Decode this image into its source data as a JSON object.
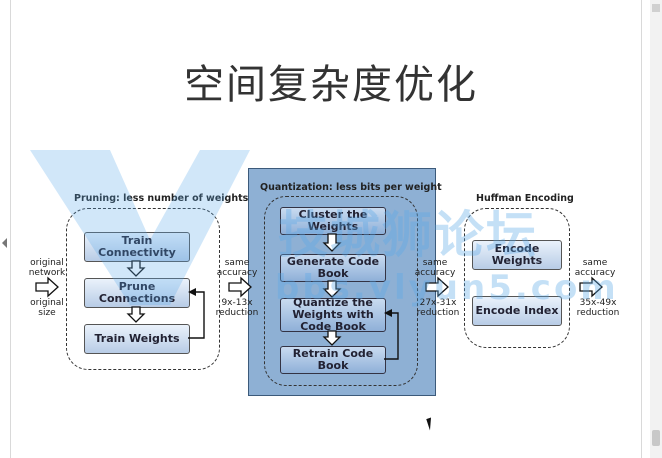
{
  "slide": {
    "title": "空间复杂度优化",
    "watermark_cn": "技城狮论坛",
    "watermark_url": "bbs.vlyun5.com"
  },
  "pruning": {
    "header": "Pruning: less number of weights",
    "steps": [
      "Train Connectivity",
      "Prune Connections",
      "Train Weights"
    ]
  },
  "quantization": {
    "header": "Quantization: less bits per weight",
    "steps": [
      "Cluster the Weights",
      "Generate Code Book",
      "Quantize the Weights with Code Book",
      "Retrain Code Book"
    ]
  },
  "huffman": {
    "header": "Huffman Encoding",
    "steps": [
      "Encode Weights",
      "Encode Index"
    ]
  },
  "labels": {
    "input_top": "original network",
    "input_bottom": "original size",
    "after_pruning_top": "same accuracy",
    "after_pruning_bottom": "9x-13x reduction",
    "after_quant_top": "same accuracy",
    "after_quant_bottom": "27x-31x reduction",
    "after_huffman_top": "same accuracy",
    "after_huffman_bottom": "35x-49x reduction"
  },
  "colors": {
    "box_light": "#d3e1f2",
    "quant_panel": "#8eb0d4",
    "watermark": "#5aa8e8"
  }
}
